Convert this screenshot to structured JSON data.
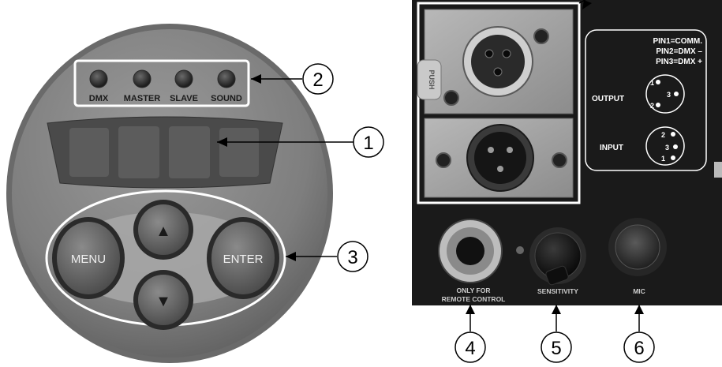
{
  "control_panel": {
    "leds": [
      {
        "label": "DMX"
      },
      {
        "label": "MASTER"
      },
      {
        "label": "SLAVE"
      },
      {
        "label": "SOUND"
      }
    ],
    "buttons": {
      "menu": "MENU",
      "enter": "ENTER",
      "up": "▲",
      "down": "▼"
    }
  },
  "back_panel": {
    "push_tab": "PUSH",
    "pin_legend": [
      "PIN1=COMM.",
      "PIN2=DMX –",
      "PIN3=DMX +"
    ],
    "output_label": "OUTPUT",
    "input_label": "INPUT",
    "output_pins": [
      "1",
      "3",
      "2"
    ],
    "input_pins": [
      "2",
      "3",
      "1"
    ],
    "jack_label_line1": "ONLY FOR",
    "jack_label_line2": "REMOTE CONTROL",
    "knob_label": "SENSITIVITY",
    "mic_label": "MIC"
  },
  "callouts": [
    "1",
    "2",
    "3",
    "4",
    "5",
    "6"
  ]
}
